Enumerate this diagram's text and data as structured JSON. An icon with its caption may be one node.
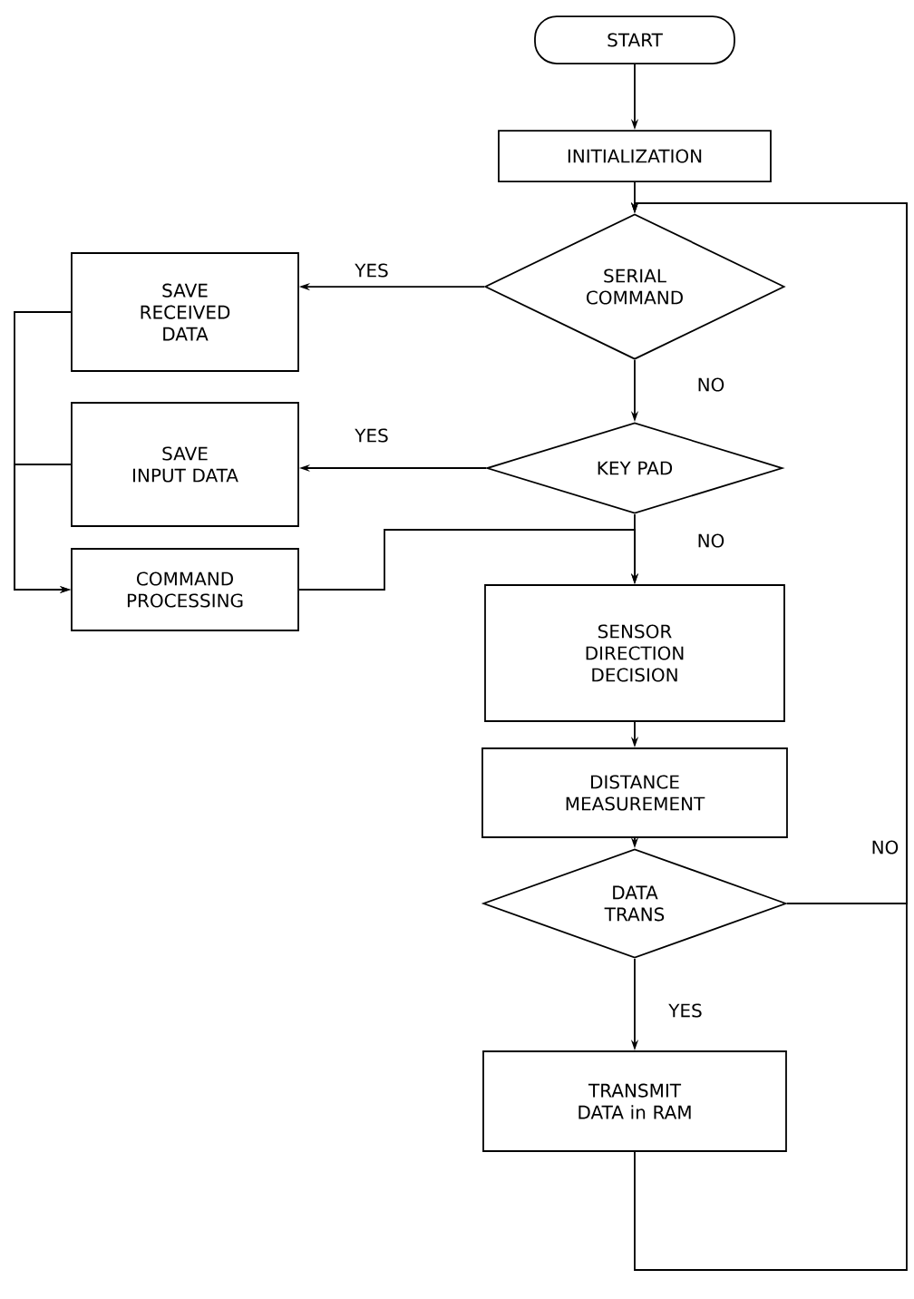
{
  "diagram": {
    "nodes": [
      {
        "text": [
          "START"
        ]
      },
      {
        "text": [
          "INITIALIZATION"
        ]
      },
      {
        "text": [
          "SERIAL COMMAND"
        ]
      },
      {
        "text": [
          "SAVE RECEIVED DATA"
        ]
      },
      {
        "text": [
          "KEY PAD"
        ]
      },
      {
        "text": [
          "SAVE INPUT DATA"
        ]
      },
      {
        "text": [
          "COMMAND PROCESSING"
        ]
      },
      {
        "text": [
          "SENSOR DIRECTION DECISION"
        ]
      },
      {
        "text": [
          "DISTANCE MEASUREMENT"
        ]
      },
      {
        "text": [
          "DATA TRANS"
        ]
      },
      {
        "text": [
          "TRANSMIT DATA in RAM"
        ]
      }
    ],
    "edges": [
      {
        "from": 0,
        "to": 1,
        "arrow": "to"
      },
      {
        "from": 1,
        "to": 2,
        "arrow": "to"
      },
      {
        "from": 2,
        "to": 3,
        "arrow": "to",
        "label": "YES"
      },
      {
        "from": 2,
        "to": 4,
        "arrow": "to",
        "label": "NO"
      },
      {
        "from": 4,
        "to": 5,
        "arrow": "to",
        "label": "YES"
      },
      {
        "from": 4,
        "to": 7,
        "arrow": "to",
        "label": "NO"
      },
      {
        "from": 3,
        "to": 6,
        "arrow": "to"
      },
      {
        "from": 5,
        "to": 6,
        "arrow": "to"
      },
      {
        "from": 6,
        "to": 7,
        "arrow": "to"
      },
      {
        "from": 7,
        "to": 8,
        "arrow": "to"
      },
      {
        "from": 8,
        "to": 9,
        "arrow": "to"
      },
      {
        "from": 9,
        "to": 10,
        "arrow": "to",
        "label": "YES"
      },
      {
        "from": 9,
        "to": 2,
        "arrow": "to",
        "label": "NO"
      },
      {
        "from": 10,
        "to": 2,
        "arrow": "to"
      }
    ]
  }
}
